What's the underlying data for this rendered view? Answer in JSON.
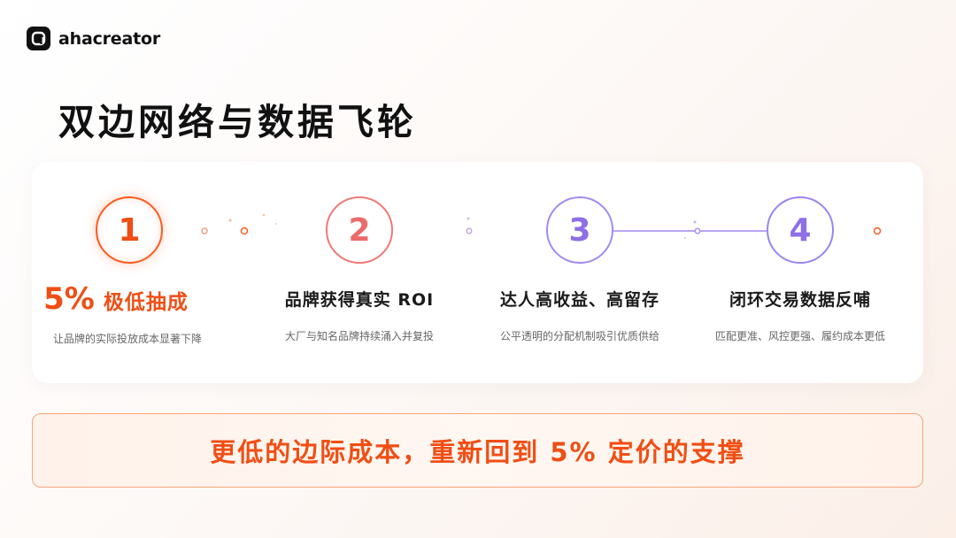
{
  "brand": {
    "name": "ahacreator",
    "icon": "logo-a-icon"
  },
  "title": "双边网络与数据飞轮",
  "steps": [
    {
      "number": "1",
      "title_highlight": "5%",
      "title": "极低抽成",
      "desc": "让品牌的实际投放成本显著下降",
      "color": "#f04e14"
    },
    {
      "number": "2",
      "title": "品牌获得真实 ROI",
      "desc": "大厂与知名品牌持续涌入并复投",
      "color": "#ec6a6a"
    },
    {
      "number": "3",
      "title": "达人高收益、高留存",
      "desc": "公平透明的分配机制吸引优质供给",
      "color": "#8d6fe6"
    },
    {
      "number": "4",
      "title": "闭环交易数据反哺",
      "desc": "匹配更准、风控更强、履约成本更低",
      "color": "#8d6fe6"
    }
  ],
  "banner": {
    "text": "更低的边际成本，重新回到 5% 定价的支撑"
  }
}
